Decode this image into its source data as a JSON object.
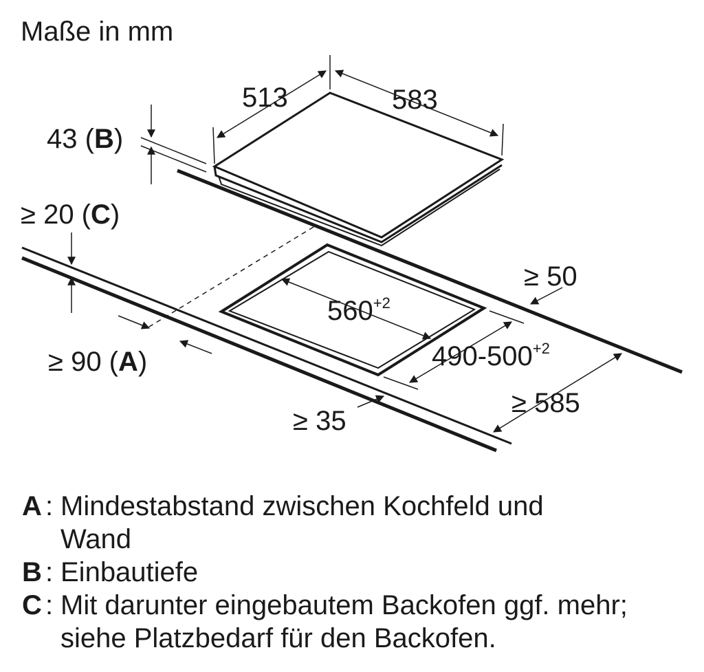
{
  "title": "Maße in mm",
  "labels": {
    "w513": "513",
    "w583": "583",
    "h43": "43",
    "h43_key": "B",
    "c20_prefix": "≥ 20",
    "c20_key": "C",
    "a90_prefix": "≥ 90",
    "a90_key": "A",
    "d560": "560",
    "d560_tol": "+2",
    "d490": "490-500",
    "d490_tol": "+2",
    "d50": "≥ 50",
    "d585": "≥ 585",
    "d35": "≥ 35"
  },
  "legend": [
    {
      "key": "A",
      "text": "Mindestabstand zwischen Kochfeld und Wand"
    },
    {
      "key": "B",
      "text": "Einbautiefe"
    },
    {
      "key": "C",
      "text": "Mit darunter eingebautem Backofen ggf. mehr; siehe Platzbedarf für den Backofen."
    }
  ]
}
